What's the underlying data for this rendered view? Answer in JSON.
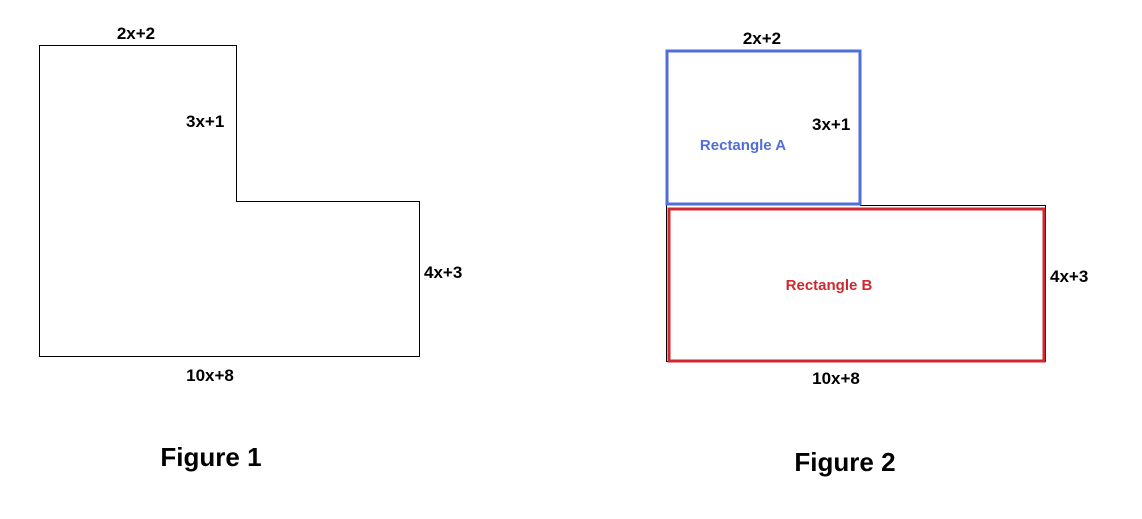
{
  "figure1": {
    "caption": "Figure 1",
    "top_label": "2x+2",
    "inner_vertical_label": "3x+1",
    "right_label": "4x+3",
    "bottom_label": "10x+8"
  },
  "figure2": {
    "caption": "Figure 2",
    "top_label": "2x+2",
    "rect_a_side_label": "3x+1",
    "right_label": "4x+3",
    "bottom_label": "10x+8",
    "rect_a_label": "Rectangle A",
    "rect_b_label": "Rectangle B"
  },
  "colors": {
    "rect_a": "#4f6fd6",
    "rect_b": "#d0282f",
    "outline": "#000000"
  }
}
